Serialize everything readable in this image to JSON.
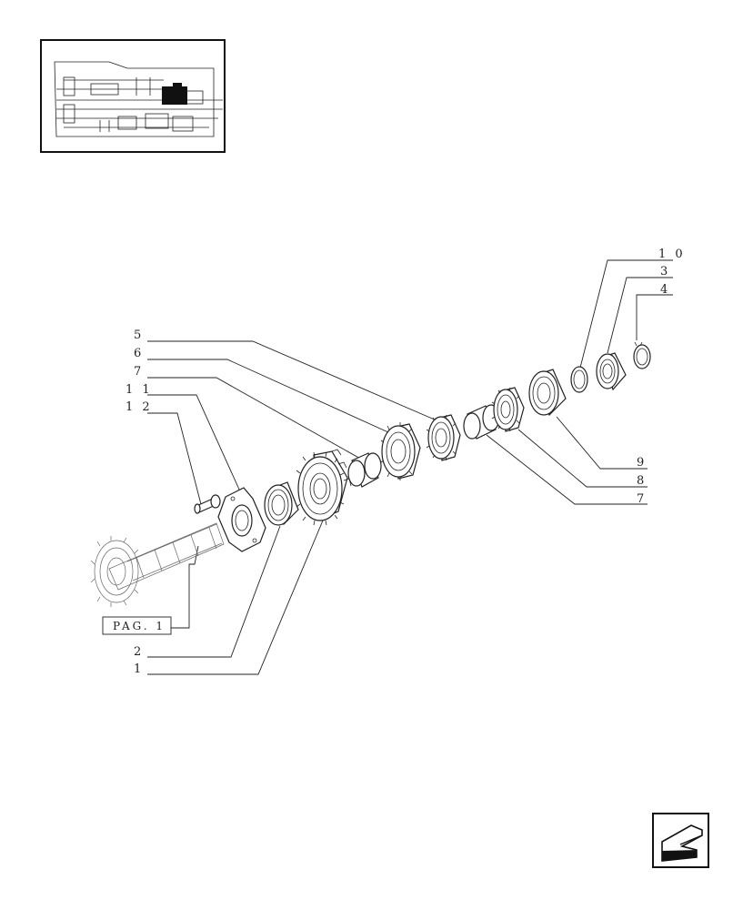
{
  "diagram": {
    "labels": {
      "l10": "1 0",
      "l3": "3",
      "l4": "4",
      "l5": "5",
      "l6": "6",
      "l7a": "7",
      "l11": "1 1",
      "l12": "1 2",
      "l9": "9",
      "l8": "8",
      "l7b": "7",
      "l2": "2",
      "l1": "1"
    },
    "page_ref": "PAG. 1"
  },
  "colors": {
    "ink": "#222222",
    "background": "#ffffff"
  },
  "icons": {
    "thumbnail": "transmission-section-thumbnail",
    "nav": "back-arrow-icon"
  }
}
